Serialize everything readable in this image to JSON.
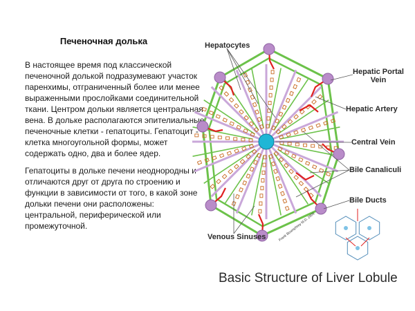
{
  "slide": {
    "title": "Печеночная долька",
    "paragraphs": [
      "В настоящее время под классической печеночной долькой подразумевают участок паренхимы, отграниченный более или менее выраженными прослойками соединительной ткани. Центром дольки является центральная вена. В дольке располагаются эпителиальные печеночные клетки - гепатоциты. Гепатоцит - клетка многоугольной формы, может содержать одно, два и более ядер.",
      "Гепатоциты в дольке печени неоднородны и отличаются друг от друга по строению и функции в зависимости от того, в какой зоне дольки печени они расположены: центральной, периферической или промежуточной."
    ]
  },
  "diagram": {
    "labels": {
      "hepatocytes": "Hepatocytes",
      "portal_vein_1": "Hepatic Portal",
      "portal_vein_2": "Vein",
      "hepatic_artery": "Hepatic Artery",
      "central_vein": "Central Vein",
      "bile_canaliculi": "Bile Canaliculi",
      "bile_ducts": "Bile Ducts",
      "venous_sinuses": "Venous Sinuses"
    },
    "credit": "Frank Boumphrey M.D. 2009",
    "caption": "Basic Structure of Liver Lobule",
    "colors": {
      "septa": "#6cc24a",
      "sinus": "#c9a7d9",
      "triad": "#b98cc9",
      "central_vein": "#1fb6d6",
      "artery": "#e02020",
      "hepatocyte": "#c86a20",
      "pointer": "#555555"
    }
  }
}
